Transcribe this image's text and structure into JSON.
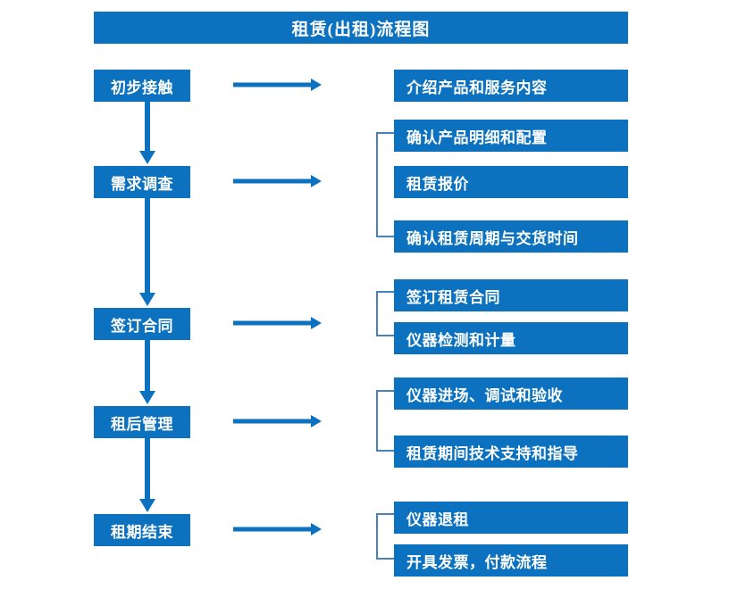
{
  "colors": {
    "box_fill": "#0C72C0",
    "box_text": "#FFFFFF",
    "arrow": "#0C72C0",
    "bracket": "#4A82B8",
    "background": "#FFFFFF"
  },
  "title": {
    "text": "租赁(出租)流程图"
  },
  "stages": [
    {
      "label": "初步接触"
    },
    {
      "label": "需求调查"
    },
    {
      "label": "签订合同"
    },
    {
      "label": "租后管理"
    },
    {
      "label": "租期结束"
    }
  ],
  "groups": [
    {
      "stage": "初步接触",
      "bracketed": false,
      "items": [
        {
          "label": "介绍产品和服务内容"
        }
      ]
    },
    {
      "stage": "需求调查",
      "bracketed": true,
      "items": [
        {
          "label": "确认产品明细和配置"
        },
        {
          "label": "租赁报价"
        },
        {
          "label": "确认租赁周期与交货时间"
        }
      ]
    },
    {
      "stage": "签订合同",
      "bracketed": true,
      "items": [
        {
          "label": "签订租赁合同"
        },
        {
          "label": "仪器检测和计量"
        }
      ]
    },
    {
      "stage": "租后管理",
      "bracketed": true,
      "items": [
        {
          "label": "仪器进场、调试和验收"
        },
        {
          "label": "租赁期间技术支持和指导"
        }
      ]
    },
    {
      "stage": "租期结束",
      "bracketed": true,
      "items": [
        {
          "label": "仪器退租"
        },
        {
          "label": "开具发票，付款流程"
        }
      ]
    }
  ],
  "connectors": {
    "horizontal_arrow_name": "arrow-right",
    "vertical_arrow_name": "arrow-down",
    "bracket_name": "group-bracket"
  }
}
